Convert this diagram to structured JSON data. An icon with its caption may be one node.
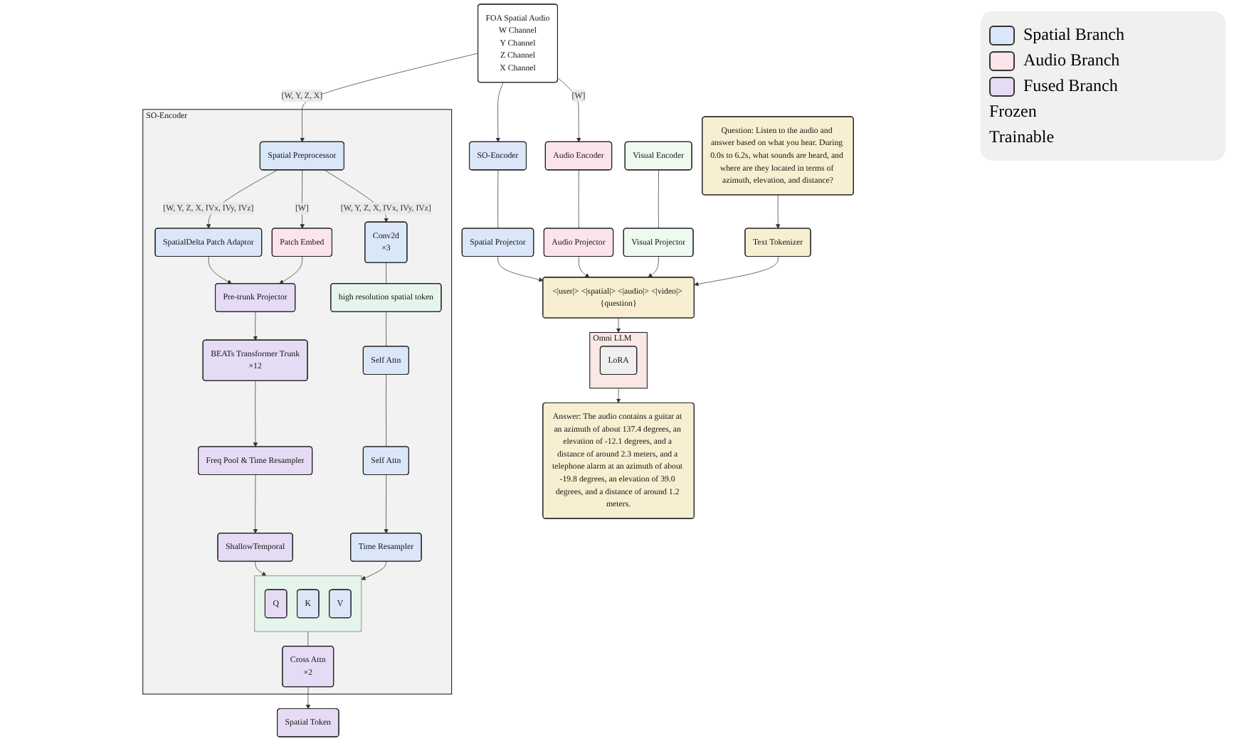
{
  "diagram": {
    "nodes": [
      {
        "text": [
          "SO-Encoder"
        ]
      },
      {
        "text": [
          "Spatial Preprocessor"
        ],
        "in": 0
      },
      {
        "text": [
          "SpatialDelta Patch Adaptor"
        ],
        "in": 0
      },
      {
        "text": [
          "Patch Embed"
        ],
        "in": 0
      },
      {
        "text": [
          "Pre-trunk Projector"
        ],
        "in": 0
      },
      {
        "text": [
          "BEATs Transformer Trunk",
          "×12"
        ],
        "in": 0
      },
      {
        "text": [
          "Freq Pool & Time Resampler"
        ],
        "in": 0
      },
      {
        "text": [
          "ShallowTemporal"
        ],
        "in": 0
      },
      {
        "text": [
          "Conv2d",
          "×3"
        ],
        "in": 0
      },
      {
        "text": [
          "high resolution spatial token"
        ],
        "in": 0
      },
      {
        "text": [
          "Self Attn"
        ],
        "in": 0
      },
      {
        "text": [
          "Self Attn"
        ],
        "in": 0
      },
      {
        "text": [
          "Time Resampler"
        ],
        "in": 0
      },
      {
        "text": [],
        "shape": "box",
        "in": 0
      },
      {
        "text": [
          "Q"
        ],
        "in": 13
      },
      {
        "text": [
          "K"
        ],
        "in": 13
      },
      {
        "text": [
          "V"
        ],
        "in": 13
      },
      {
        "text": [
          "Cross Attn",
          "×2"
        ],
        "in": 0
      },
      {
        "text": [
          "Spatial Token"
        ]
      },
      {
        "text": [
          "FOA Spatial Audio",
          "W Channel",
          "Y Channel",
          "Z Channel",
          "X Channel"
        ]
      },
      {
        "text": [
          "SO-Encoder"
        ]
      },
      {
        "text": [
          "Audio Encoder"
        ]
      },
      {
        "text": [
          "Visual Encoder"
        ]
      },
      {
        "text": [
          "Text Tokenizer"
        ]
      },
      {
        "text": [
          "Question: Listen to the audio and answer based on what you hear. During 0.0s to 6.2s, what sounds are heard, and where are they located in terms of azimuth, elevation, and distance?"
        ]
      },
      {
        "text": [
          "Spatial Projector"
        ]
      },
      {
        "text": [
          "Audio Projector"
        ]
      },
      {
        "text": [
          "Visual Projector"
        ]
      },
      {
        "text": [
          "<|user|> <|spatial|> <|audio|> <|video|> {question}"
        ]
      },
      {
        "text": [
          "Omni LLM"
        ]
      },
      {
        "text": [
          "LoRA"
        ],
        "in": 29
      },
      {
        "text": [
          "Answer: The audio contains a guitar at an azimuth of about 137.4 degrees, an elevation of -12.1 degrees, and a distance of around 2.3 meters, and a telephone alarm at an azimuth of about -19.8 degrees, an elevation of 39.0 degrees, and a distance of around 1.2 meters."
        ]
      }
    ],
    "edges": [
      {
        "from": 19,
        "to": 1,
        "arrow": "to",
        "label": "[W, Y, Z, X]"
      },
      {
        "from": 1,
        "to": 2,
        "arrow": "to",
        "label": "[W, Y, Z, X, IVx, IVy, IVz]"
      },
      {
        "from": 1,
        "to": 3,
        "arrow": "to",
        "label": "[W]"
      },
      {
        "from": 2,
        "to": 4,
        "arrow": "to"
      },
      {
        "from": 3,
        "to": 4,
        "arrow": "to"
      },
      {
        "from": 4,
        "to": 5,
        "arrow": "to"
      },
      {
        "from": 5,
        "to": 6,
        "arrow": "to"
      },
      {
        "from": 6,
        "to": 7,
        "arrow": "to"
      },
      {
        "from": 1,
        "to": 8,
        "arrow": "to",
        "label": "[W, Y, Z, X, IVx, IVy, IVz]"
      },
      {
        "from": 8,
        "to": 9,
        "arrow": "none"
      },
      {
        "from": 9,
        "to": 10,
        "arrow": "none"
      },
      {
        "from": 10,
        "to": 11,
        "arrow": "none"
      },
      {
        "from": 11,
        "to": 12,
        "arrow": "to"
      },
      {
        "from": 7,
        "to": 13,
        "arrow": "to"
      },
      {
        "from": 12,
        "to": 13,
        "arrow": "to"
      },
      {
        "from": 13,
        "to": 17,
        "arrow": "none"
      },
      {
        "from": 17,
        "to": 18,
        "arrow": "to"
      },
      {
        "from": 19,
        "to": 20,
        "arrow": "to"
      },
      {
        "from": 19,
        "to": 21,
        "arrow": "to",
        "label": "[W]"
      },
      {
        "from": 24,
        "to": 23,
        "arrow": "to"
      },
      {
        "from": 20,
        "to": 25,
        "arrow": "none"
      },
      {
        "from": 21,
        "to": 26,
        "arrow": "none"
      },
      {
        "from": 22,
        "to": 27,
        "arrow": "none"
      },
      {
        "from": 25,
        "to": 28,
        "arrow": "to"
      },
      {
        "from": 26,
        "to": 28,
        "arrow": "to"
      },
      {
        "from": 27,
        "to": 28,
        "arrow": "to"
      },
      {
        "from": 23,
        "to": 28,
        "arrow": "to"
      },
      {
        "from": 28,
        "to": 29,
        "arrow": "to"
      },
      {
        "from": 29,
        "to": 31,
        "arrow": "to"
      }
    ],
    "legend": [
      {
        "text": "Spatial Branch",
        "color": "#dae7f8"
      },
      {
        "text": "Audio Branch",
        "color": "#fbe4ea"
      },
      {
        "text": "Fused Branch",
        "color": "#e6dbf4"
      },
      {
        "text": "Frozen"
      },
      {
        "text": "Trainable"
      }
    ]
  }
}
